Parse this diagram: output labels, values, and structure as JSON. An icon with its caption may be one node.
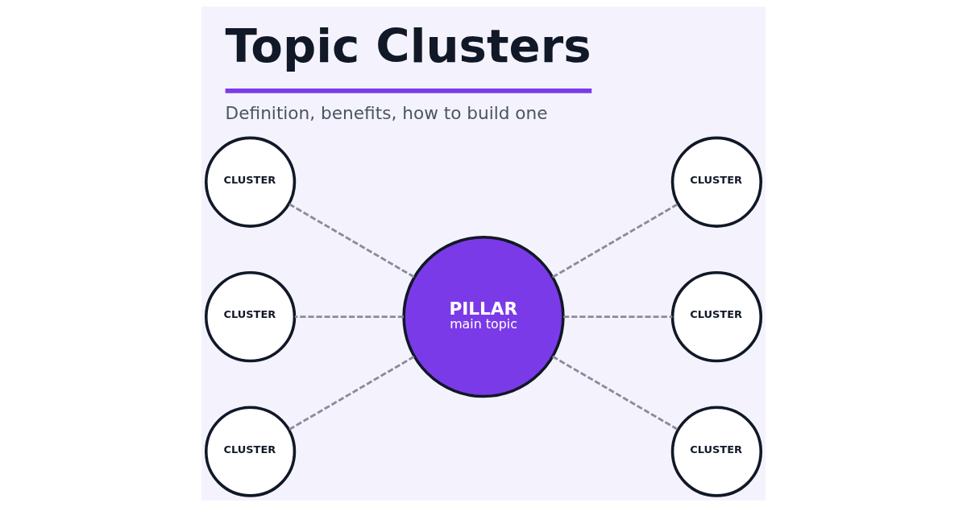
{
  "diagram": {
    "title": "Topic Clusters",
    "caption": "Definition, benefits, how to build one",
    "nodes": [
      {
        "text": [
          "CLUSTER"
        ]
      },
      {
        "text": [
          "CLUSTER"
        ]
      },
      {
        "text": [
          "CLUSTER"
        ]
      },
      {
        "text": [
          "PILLAR",
          "main topic"
        ]
      },
      {
        "text": [
          "CLUSTER"
        ]
      },
      {
        "text": [
          "CLUSTER"
        ]
      },
      {
        "text": [
          "CLUSTER"
        ]
      }
    ],
    "edges": [
      {
        "from": 3,
        "to": 0,
        "arrow": "none",
        "style": "dashed"
      },
      {
        "from": 3,
        "to": 1,
        "arrow": "none",
        "style": "dashed"
      },
      {
        "from": 3,
        "to": 2,
        "arrow": "none",
        "style": "dashed"
      },
      {
        "from": 3,
        "to": 4,
        "arrow": "none",
        "style": "dashed"
      },
      {
        "from": 3,
        "to": 5,
        "arrow": "none",
        "style": "dashed"
      },
      {
        "from": 3,
        "to": 6,
        "arrow": "none",
        "style": "dashed"
      }
    ]
  }
}
